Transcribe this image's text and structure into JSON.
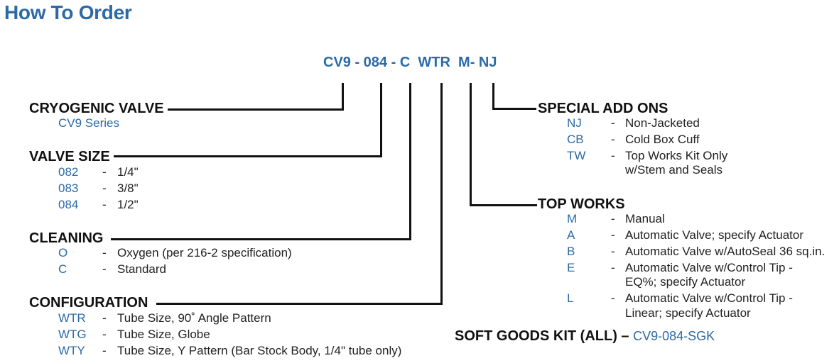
{
  "title": "How To Order",
  "code": {
    "text": "CV9 - 084 - C  WTR  M- NJ"
  },
  "left_sections": [
    {
      "heading": "CRYOGENIC VALVE",
      "subtitle": "CV9 Series",
      "items": []
    },
    {
      "heading": "VALVE SIZE",
      "items": [
        {
          "code": "082",
          "dash": "-",
          "text": "1/4\""
        },
        {
          "code": "083",
          "dash": "-",
          "text": "3/8\""
        },
        {
          "code": "084",
          "dash": "-",
          "text": "1/2\""
        }
      ]
    },
    {
      "heading": "CLEANING",
      "items": [
        {
          "code": "O",
          "dash": "-",
          "text": "Oxygen (per 216-2 specification)"
        },
        {
          "code": "C",
          "dash": "-",
          "text": "Standard"
        }
      ]
    },
    {
      "heading": "CONFIGURATION",
      "items": [
        {
          "code": "WTR",
          "dash": "-",
          "text": "Tube Size, 90˚ Angle Pattern"
        },
        {
          "code": "WTG",
          "dash": "-",
          "text": "Tube Size, Globe"
        },
        {
          "code": "WTY",
          "dash": "-",
          "text": "Tube Size, Y Pattern (Bar Stock Body, 1/4\" tube only)"
        }
      ]
    }
  ],
  "right_sections": [
    {
      "heading": "SPECIAL ADD ONS",
      "items": [
        {
          "code": "NJ",
          "dash": "-",
          "text": "Non-Jacketed",
          "text2": ""
        },
        {
          "code": "CB",
          "dash": "-",
          "text": "Cold Box Cuff",
          "text2": ""
        },
        {
          "code": "TW",
          "dash": "-",
          "text": "Top Works Kit Only",
          "text2": "w/Stem and Seals"
        }
      ]
    },
    {
      "heading": "TOP WORKS",
      "items": [
        {
          "code": "M",
          "dash": "-",
          "text": "Manual",
          "text2": ""
        },
        {
          "code": "A",
          "dash": "-",
          "text": "Automatic Valve; specify Actuator",
          "text2": ""
        },
        {
          "code": "B",
          "dash": "-",
          "text": "Automatic Valve w/AutoSeal 36 sq.in.",
          "text2": ""
        },
        {
          "code": "E",
          "dash": "-",
          "text": "Automatic Valve w/Control Tip -",
          "text2": "EQ%; specify Actuator"
        },
        {
          "code": "L",
          "dash": "-",
          "text": "Automatic Valve w/Control Tip -",
          "text2": "Linear; specify Actuator"
        }
      ]
    }
  ],
  "soft_goods": {
    "label": "SOFT GOODS KIT (ALL) –",
    "value": "CV9-084-SGK"
  }
}
